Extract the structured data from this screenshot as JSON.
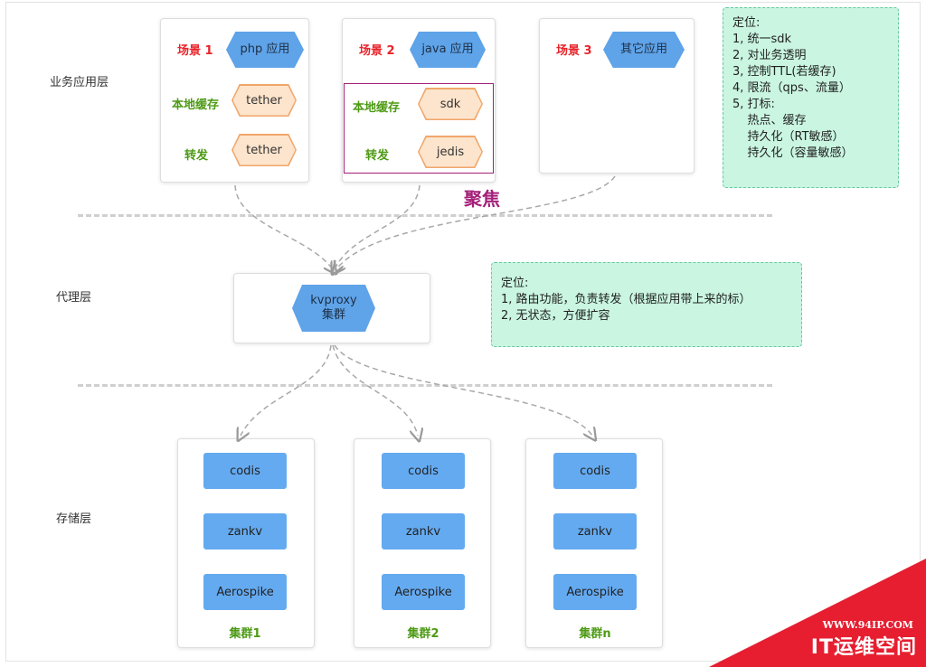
{
  "layers": {
    "business": "业务应用层",
    "proxy": "代理层",
    "storage": "存储层"
  },
  "scenes": [
    {
      "label": "场景 1",
      "app": "php 应用",
      "rows": [
        {
          "label": "本地缓存",
          "value": "tether"
        },
        {
          "label": "转发",
          "value": "tether"
        }
      ]
    },
    {
      "label": "场景 2",
      "app": "java 应用",
      "rows": [
        {
          "label": "本地缓存",
          "value": "sdk"
        },
        {
          "label": "转发",
          "value": "jedis"
        }
      ]
    },
    {
      "label": "场景 3",
      "app": "其它应用"
    }
  ],
  "focus_label": "聚焦",
  "note_top": [
    "定位:",
    "1, 统一sdk",
    "2, 对业务透明",
    "3, 控制TTL(若缓存)",
    "4, 限流（qps、流量）",
    "5, 打标:",
    "    热点、缓存",
    "    持久化（RT敏感）",
    "    持久化（容量敏感）"
  ],
  "proxy": {
    "line1": "kvproxy",
    "line2": "集群"
  },
  "note_proxy": [
    "定位:",
    "1, 路由功能，负责转发（根据应用带上来的标）",
    "2, 无状态，方便扩容"
  ],
  "clusters": [
    {
      "items": [
        "codis",
        "zankv",
        "Aerospike"
      ],
      "name": "集群1"
    },
    {
      "items": [
        "codis",
        "zankv",
        "Aerospike"
      ],
      "name": "集群2"
    },
    {
      "items": [
        "codis",
        "zankv",
        "Aerospike"
      ],
      "name": "集群n"
    }
  ],
  "watermark": {
    "url": "WWW.94IP.COM",
    "name": "IT运维空间"
  },
  "colors": {
    "scene_label": "#e8242b",
    "green_label": "#4d9a14",
    "focus": "#a31f79",
    "hex_blue": "#5fa3e8",
    "note_bg": "#c9f5e1",
    "watermark": "#e61e30"
  }
}
